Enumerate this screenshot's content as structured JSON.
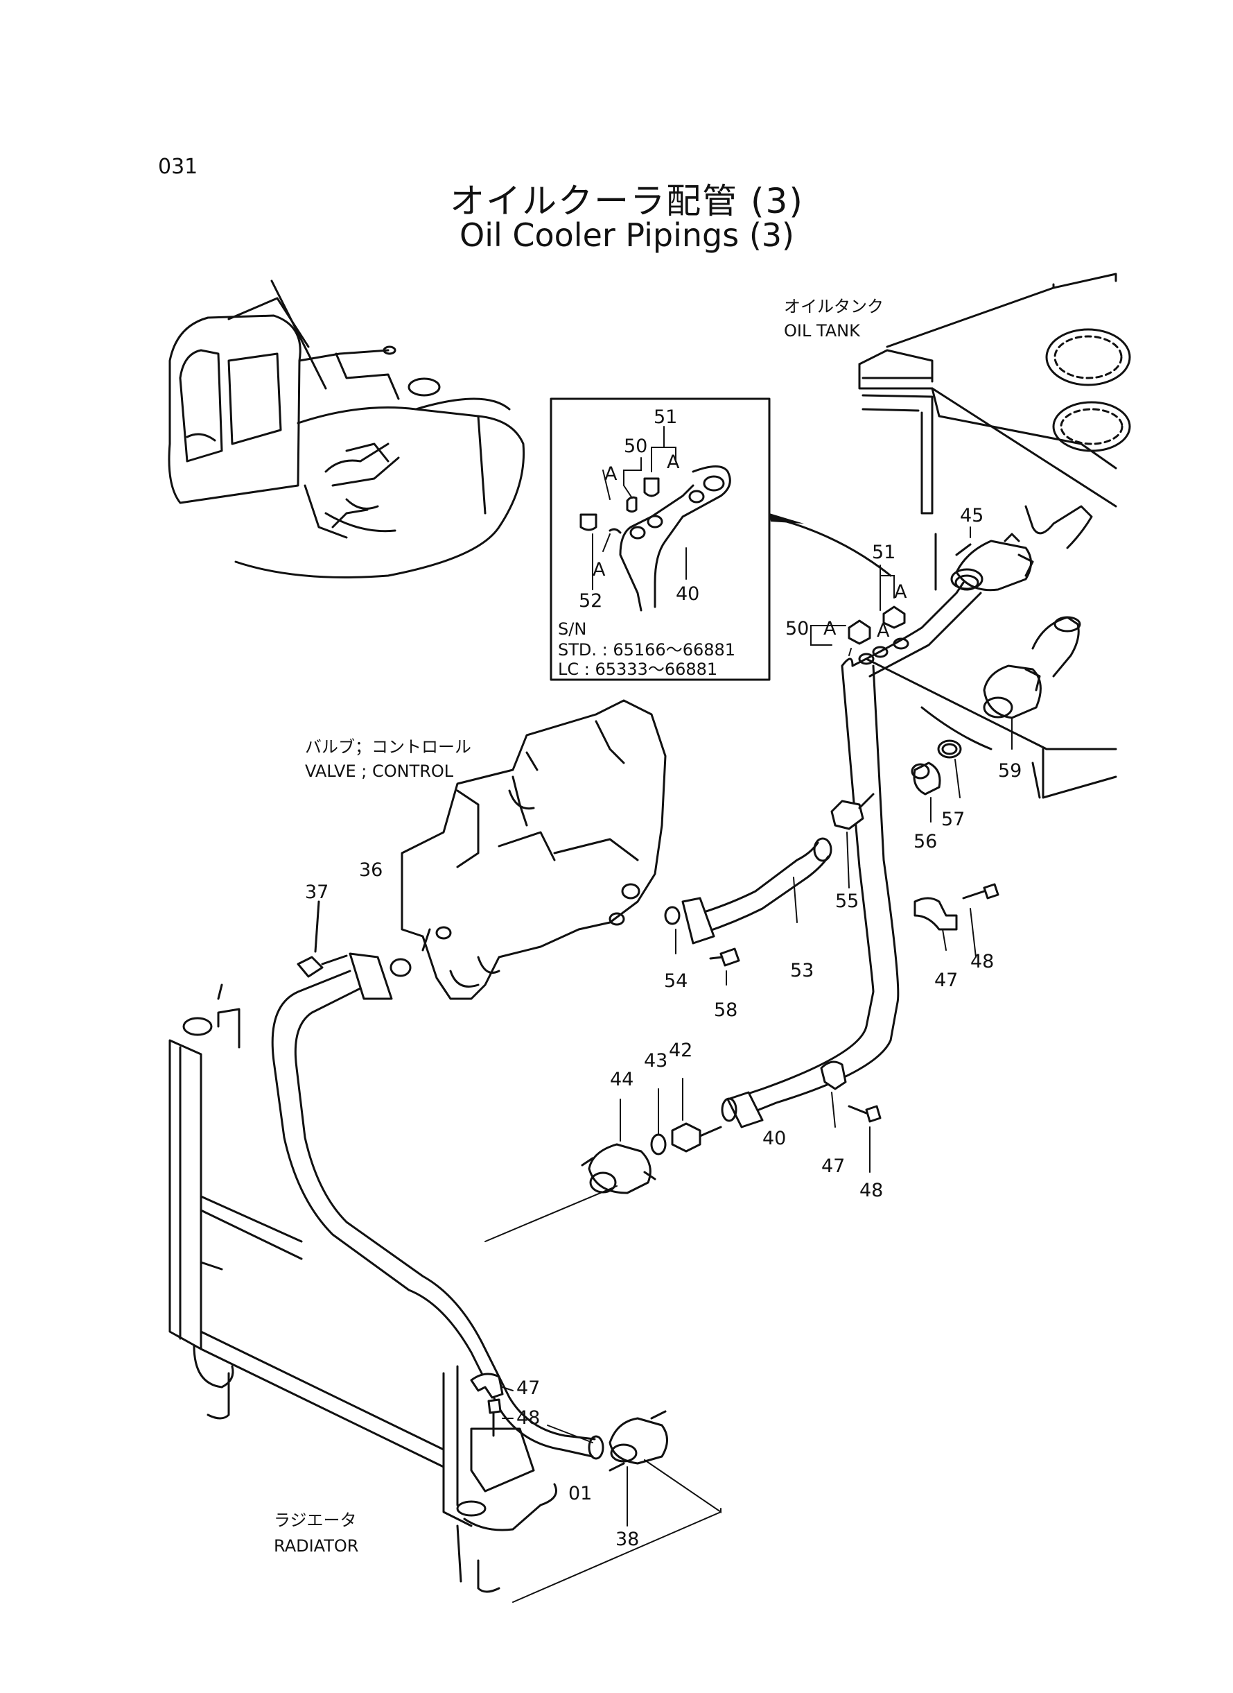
{
  "page_number": "031",
  "title": {
    "jp": "オイルクーラ配管 (3)",
    "en": "Oil Cooler Pipings (3)"
  },
  "labels": {
    "oil_tank_jp": "オイルタンク",
    "oil_tank_en": "OIL  TANK",
    "valve_jp": "バルブ；コントロール",
    "valve_en": "VALVE ; CONTROL",
    "radiator_jp": "ラジエータ",
    "radiator_en": "RADIATOR"
  },
  "inset": {
    "sn_title": "S/N",
    "std_line": "STD. : 65166～66881",
    "lc_line": "LC    : 65333～66881"
  },
  "ref_letter": "A",
  "parts": {
    "p01": "01",
    "p36": "36",
    "p37": "37",
    "p38": "38",
    "p40": "40",
    "p42": "42",
    "p43": "43",
    "p44": "44",
    "p45": "45",
    "p47": "47",
    "p48": "48",
    "p50": "50",
    "p51": "51",
    "p52": "52",
    "p53": "53",
    "p54": "54",
    "p55": "55",
    "p56": "56",
    "p57": "57",
    "p58": "58",
    "p59": "59"
  }
}
